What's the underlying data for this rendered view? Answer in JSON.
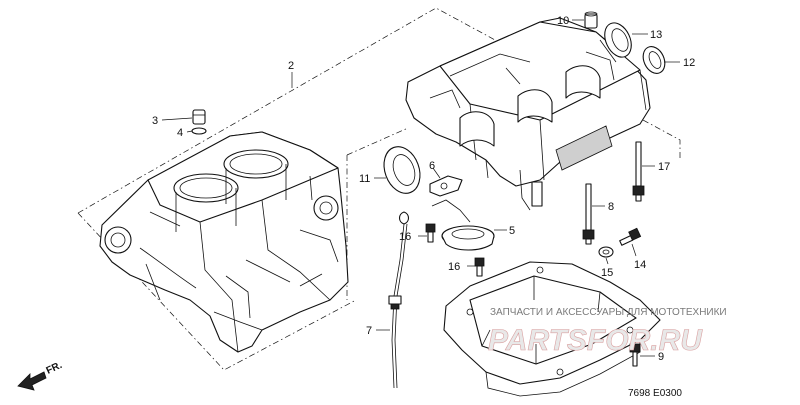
{
  "callouts": [
    {
      "id": "p2",
      "label": "2"
    },
    {
      "id": "p3",
      "label": "3"
    },
    {
      "id": "p4",
      "label": "4"
    },
    {
      "id": "p5",
      "label": "5"
    },
    {
      "id": "p6",
      "label": "6"
    },
    {
      "id": "p7",
      "label": "7"
    },
    {
      "id": "p8",
      "label": "8"
    },
    {
      "id": "p9",
      "label": "9"
    },
    {
      "id": "p10",
      "label": "10"
    },
    {
      "id": "p11",
      "label": "11"
    },
    {
      "id": "p12",
      "label": "12"
    },
    {
      "id": "p13",
      "label": "13"
    },
    {
      "id": "p14",
      "label": "14"
    },
    {
      "id": "p15",
      "label": "15"
    },
    {
      "id": "p16a",
      "label": "16"
    },
    {
      "id": "p16b",
      "label": "16"
    },
    {
      "id": "p17",
      "label": "17"
    }
  ],
  "front_indicator": "FR.",
  "drawing_code": "7698   E0300",
  "watermark": {
    "caption": "ЗАПЧАСТИ И АКСЕССУАРЫ ДЛЯ МОТОТЕХНИКИ",
    "logo": "PARTSFOR.RU"
  }
}
